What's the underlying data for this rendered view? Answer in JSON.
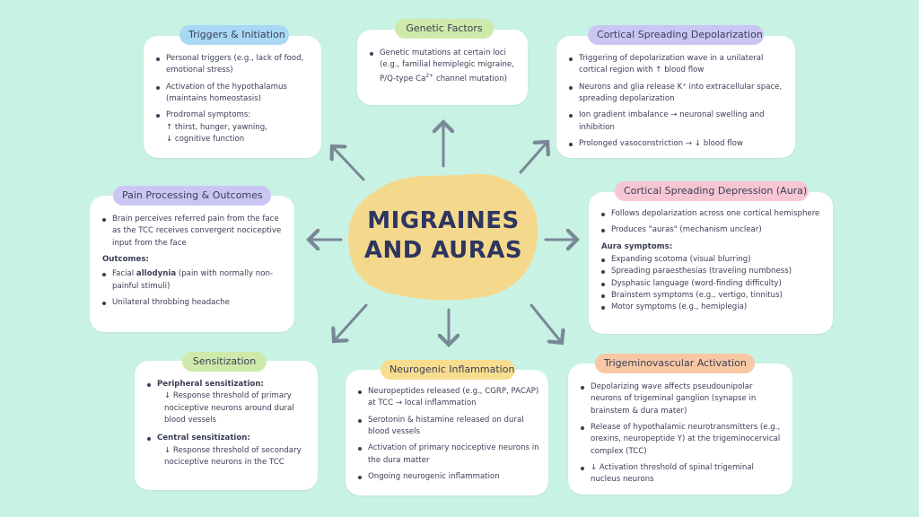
{
  "center": {
    "line1": "MIGRAINES",
    "line2": "AND AURAS"
  },
  "triggers": {
    "title": "Triggers & Initiation",
    "items": [
      "Personal triggers (e.g., lack of food, emotional stress)",
      "Activation of the hypothalamus (maintains homeostasis)"
    ],
    "item3_a": "Prodromal symptoms:",
    "item3_b": "↑ thirst, hunger, yawning,",
    "item3_c": "↓ cognitive function"
  },
  "genetic": {
    "title": "Genetic Factors",
    "line1": "Genetic mutations at certain loci",
    "line2": "(e.g., familial hemiplegic migraine,",
    "line3_a": "P/Q-type Ca",
    "line3_sup": "2+",
    "line3_b": " channel mutation)"
  },
  "csd": {
    "title": "Cortical Spreading Depolarization",
    "items": [
      "Triggering of depolarization wave in a unilateral cortical region with ↑ blood flow",
      "Neurons and glia release K⁺ into extracellular space, spreading depolarization",
      "Ion gradient imbalance → neuronal swelling and inhibition",
      "Prolonged vasoconstriction → ↓ blood flow"
    ]
  },
  "pain": {
    "title": "Pain Processing & Outcomes",
    "item1": "Brain perceives referred pain from the face as the TCC receives convergent nociceptive input from the face",
    "outcomes_label": "Outcomes:",
    "out1_a": "Facial ",
    "out1_bold": "allodynia",
    "out1_b": " (pain with normally non-painful stimuli)",
    "out2": "Unilateral throbbing headache"
  },
  "aura": {
    "title": "Cortical Spreading Depression (Aura)",
    "items": [
      "Follows depolarization across one cortical hemisphere",
      "Produces \"auras\" (mechanism unclear)"
    ],
    "symptoms_label": "Aura symptoms:",
    "symptoms": [
      "Expanding scotoma (visual blurring)",
      "Spreading paraesthesias (traveling numbness)",
      "Dysphasic language (word-finding difficulty)",
      "Brainstem symptoms (e.g., vertigo, tinnitus)",
      "Motor symptoms (e.g., hemiplegia)"
    ]
  },
  "sensitization": {
    "title": "Sensitization",
    "peripheral_label": "Peripheral sensitization:",
    "peripheral_text": "↓ Response threshold of primary nociceptive neurons around dural blood vessels",
    "central_label": "Central sensitization:",
    "central_text": "↓ Response threshold of secondary nociceptive neurons in the TCC"
  },
  "neurogenic": {
    "title": "Neurogenic Inflammation",
    "items": [
      "Neuropeptides released (e.g., CGRP, PACAP) at TCC → local inflammation",
      "Serotonin & histamine released on dural blood vessels",
      "Activation of primary nociceptive neurons in the dura matter",
      "Ongoing neurogenic inflammation"
    ]
  },
  "trigeminovascular": {
    "title": "Trigeminovascular Activation",
    "items": [
      "Depolarizing wave affects pseudounipolar neurons of trigeminal ganglion (synapse in brainstem & dura mater)",
      "Release of hypothalamic neurotransmitters (e.g., orexins, neuropeptide Y) at the trigeminocervical complex (TCC)",
      "↓ Activation threshold of spinal trigeminal nucleus neurons"
    ]
  },
  "colors": {
    "background": "#c8f2e4",
    "center_blob": "#f4d98c",
    "arrow": "#7a8796",
    "text": "#3a3f55"
  }
}
